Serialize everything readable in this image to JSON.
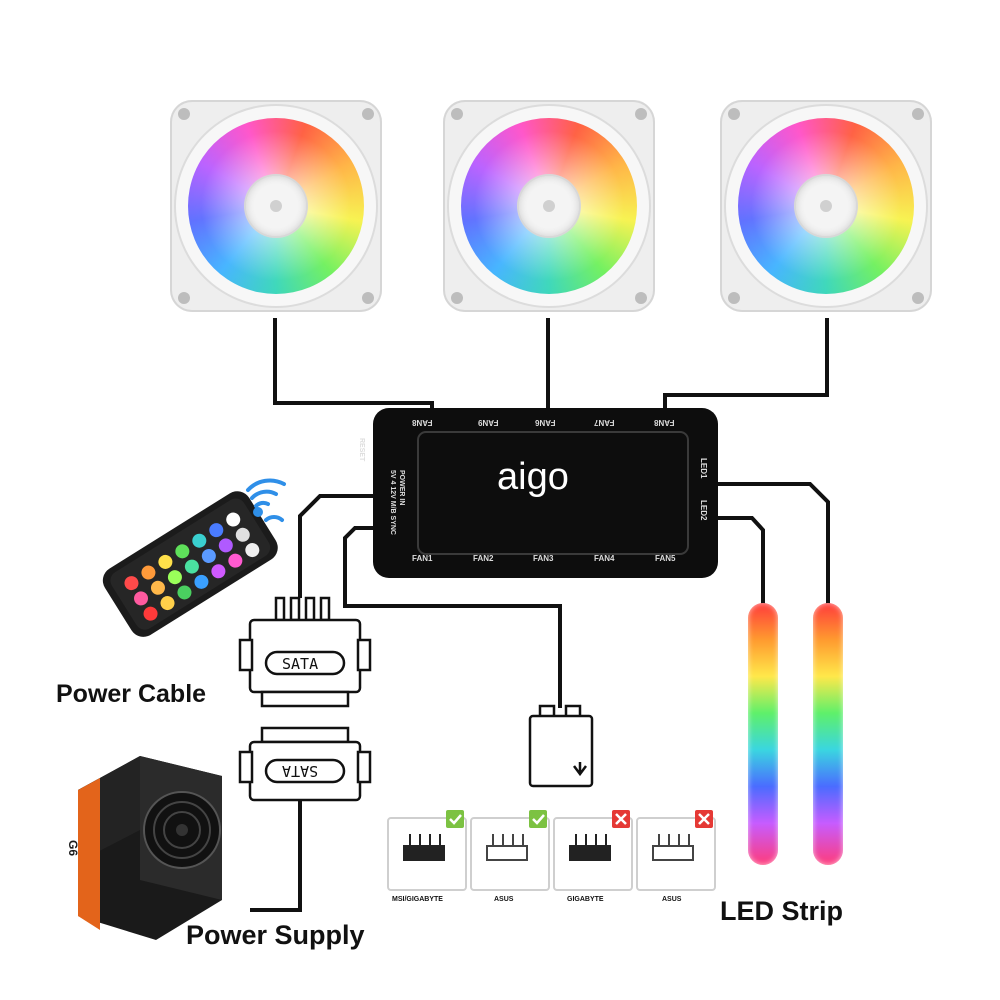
{
  "hub": {
    "logo": "aigo",
    "top_ports": [
      "FAN8",
      "FAN9",
      "FAN6",
      "FAN7",
      "FAN8"
    ],
    "bottom_ports": [
      "FAN1",
      "FAN2",
      "FAN3",
      "FAN4",
      "FAN5"
    ],
    "side_left_lines": [
      "RESET",
      "POWER IN",
      "5V 4 12V M/B SYNC"
    ],
    "side_right_ports": [
      "LED1",
      "LED2"
    ]
  },
  "connectors": {
    "sata_top": "SATA",
    "sata_bottom": "SATA"
  },
  "labels": {
    "power_cable": "Power Cable",
    "power_supply": "Power Supply",
    "led_strip": "LED Strip"
  },
  "psu": {
    "brand": "G6"
  },
  "compatibility": [
    {
      "caption": "MSI/GIGABYTE",
      "status": "compatible"
    },
    {
      "caption": "ASUS",
      "status": "compatible"
    },
    {
      "caption": "GIGABYTE",
      "status": "not-compatible"
    },
    {
      "caption": "ASUS",
      "status": "not-compatible"
    }
  ],
  "colors": {
    "check": "#7cc242",
    "cross": "#e53935",
    "hub_body": "#0d0d0d",
    "wifi": "#2f8fe8"
  }
}
